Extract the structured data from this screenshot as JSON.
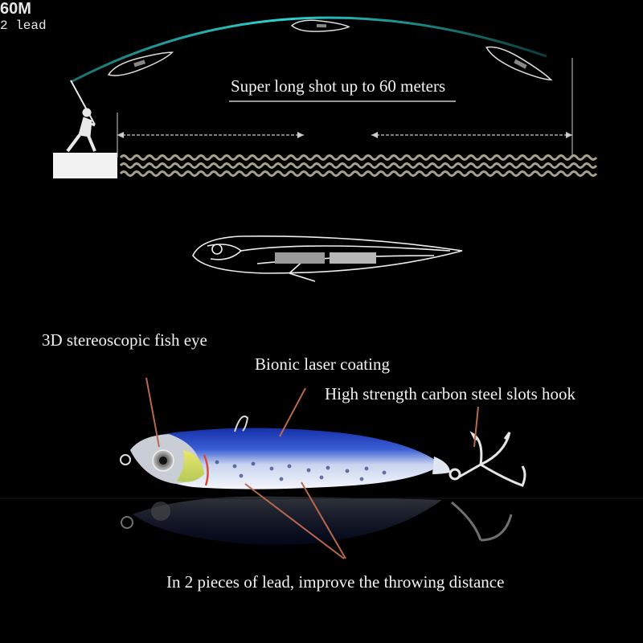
{
  "header": {
    "shot_text": "Super long shot up to 60 meters",
    "distance_label": "60M"
  },
  "diagram": {
    "lead_label": "2 lead"
  },
  "annotations": {
    "fish_eye": "3D stereoscopic fish eye",
    "laser_coating": "Bionic laser coating",
    "hook": "High strength carbon steel slots hook",
    "lead": "In 2 pieces of lead, improve the throwing distance"
  },
  "colors": {
    "background": "#000000",
    "arc": "#2fd3d0",
    "water": "#a6a28c",
    "lure_top": "#1f3fbf",
    "lure_belly": "#dfe6f2",
    "pointer": "#b8684d"
  }
}
